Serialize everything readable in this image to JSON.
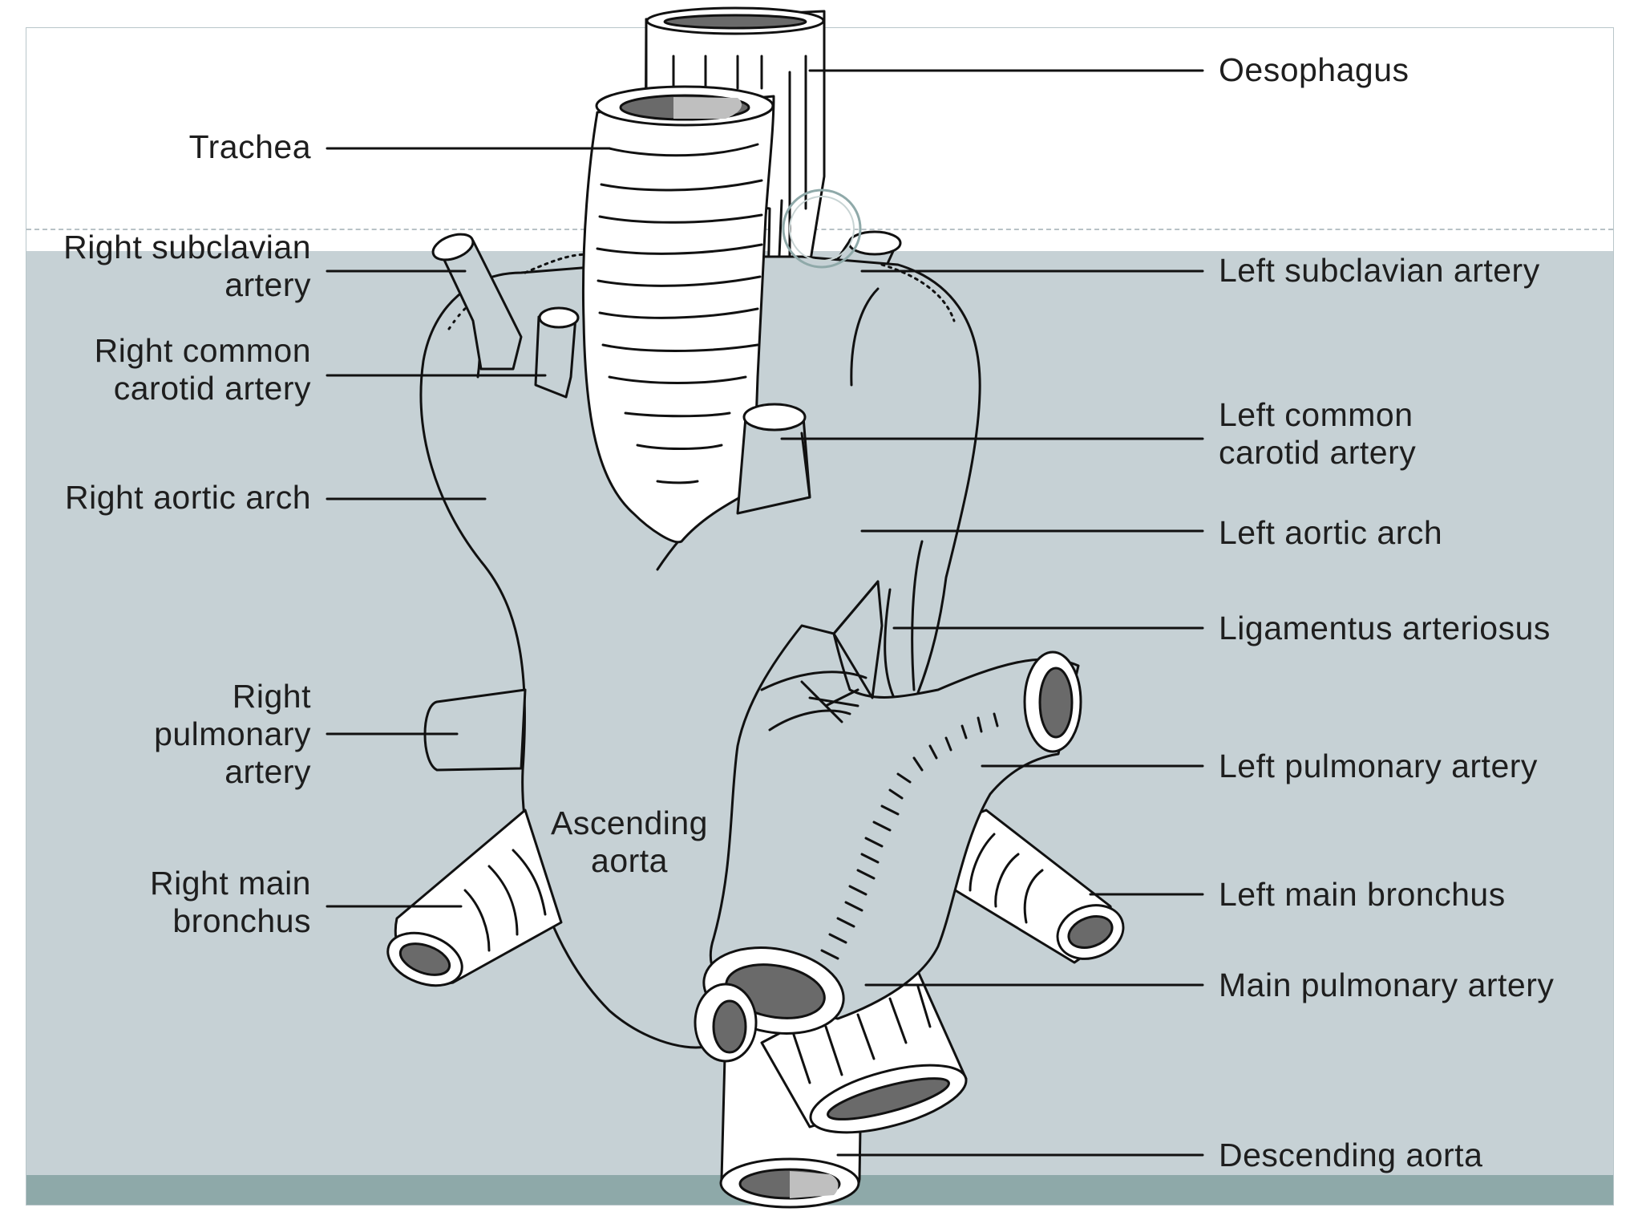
{
  "labels": {
    "oesophagus": "Oesophagus",
    "trachea": "Trachea",
    "right_subclavian": [
      "Right subclavian",
      "artery"
    ],
    "left_subclavian": "Left subclavian artery",
    "right_common_carotid": [
      "Right common",
      "carotid artery"
    ],
    "left_common_carotid": [
      "Left common",
      "carotid artery"
    ],
    "right_aortic_arch": "Right aortic arch",
    "left_aortic_arch": "Left aortic arch",
    "ligamentus": "Ligamentus arteriosus",
    "right_pulmonary": [
      "Right",
      "pulmonary",
      "artery"
    ],
    "left_pulmonary": "Left pulmonary artery",
    "ascending_aorta": [
      "Ascending",
      "aorta"
    ],
    "right_main_bronchus": [
      "Right main",
      "bronchus"
    ],
    "left_main_bronchus": "Left main bronchus",
    "main_pulmonary": "Main pulmonary artery",
    "descending_aorta": "Descending aorta"
  },
  "colors": {
    "band_top": "#ffffff",
    "band_mid": "#c6d1d5",
    "band_bottom": "#8ea9a9",
    "vessel_fill": "#c6d1d5",
    "line": "#111111",
    "lumen_dark": "#4a4a4a",
    "lumen_light": "#bfbfbf"
  }
}
